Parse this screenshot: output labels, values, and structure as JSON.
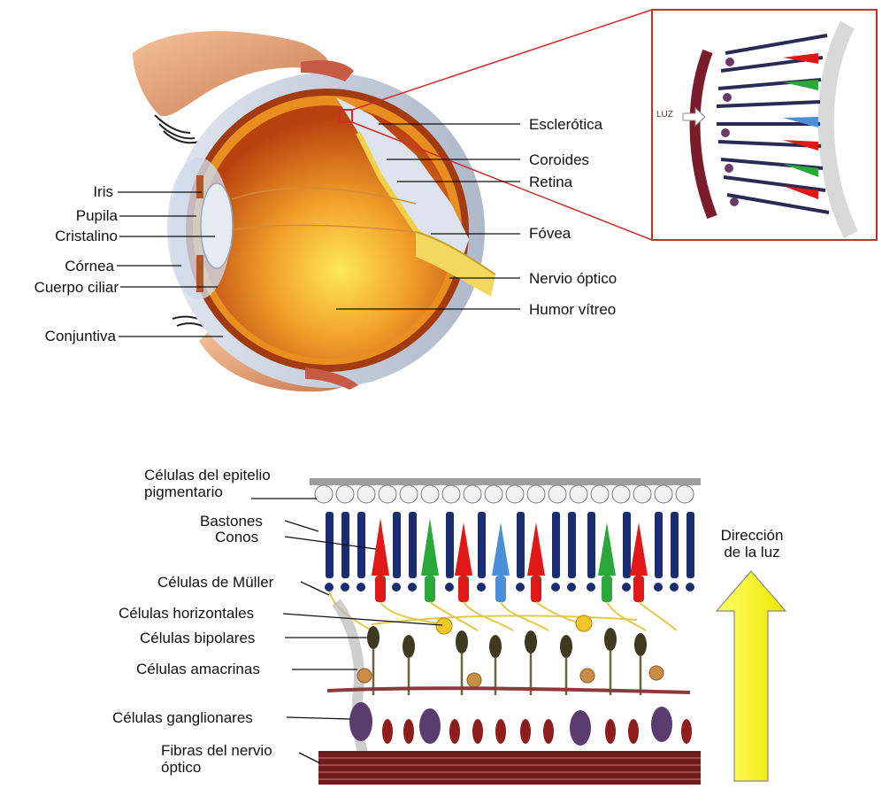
{
  "eye_labels_left": {
    "iris": "Iris",
    "pupila": "Pupila",
    "cristalino": "Cristalino",
    "cornea": "Córnea",
    "cuerpo_ciliar": "Cuerpo ciliar",
    "conjuntiva": "Conjuntiva"
  },
  "eye_labels_right": {
    "esclerotica": "Esclerótica",
    "coroides": "Coroides",
    "retina": "Retina",
    "fovea": "Fóvea",
    "nervio_optico": "Nervio óptico",
    "humor_vitreo": "Humor vítreo"
  },
  "inset": {
    "luz": "LUZ"
  },
  "retina_labels": {
    "epitelio_line1": "Células del epitelio",
    "epitelio_line2": "pigmentario",
    "bastones": "Bastones",
    "conos": "Conos",
    "muller": "Células de Müller",
    "horizontales": "Células horizontales",
    "bipolares": "Células bipolares",
    "amacrinas": "Células amacrinas",
    "ganglionares": "Células ganglionares",
    "fibras_line1": "Fibras del nervio",
    "fibras_line2": "óptico"
  },
  "direction": {
    "line1": "Dirección",
    "line2": "de la luz"
  },
  "colors": {
    "cone_red": "#e01818",
    "cone_green": "#2aa83a",
    "cone_blue": "#4a8fd8",
    "rod_blue": "#1a2d6e",
    "arrow_yellow": "#ffff33",
    "inset_border": "#d22a2a"
  }
}
